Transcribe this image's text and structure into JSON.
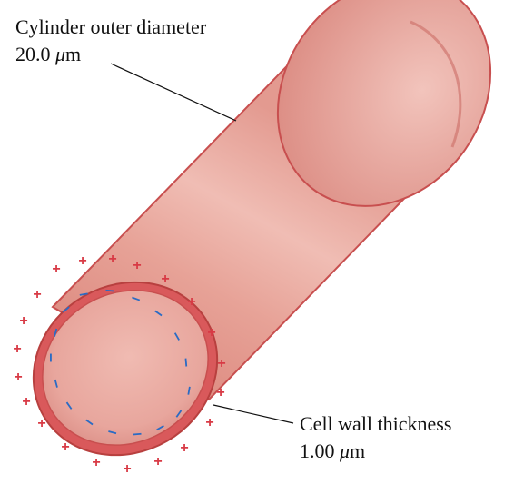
{
  "labels": {
    "diameter_title": "Cylinder outer diameter",
    "diameter_value": "20.0",
    "diameter_unit_prefix": "μ",
    "diameter_unit": "m",
    "thickness_title": "Cell wall thickness",
    "thickness_value": "1.00",
    "thickness_unit_prefix": "μ",
    "thickness_unit": "m"
  },
  "charges": {
    "outer_symbol": "+",
    "inner_symbol": "–"
  },
  "colors": {
    "cylinder_body": "#e39a90",
    "cylinder_highlight": "#f2c3ba",
    "cylinder_edge": "#c84f4f",
    "wall_ring": "#d9595b",
    "positive_charge": "#d83a45",
    "negative_charge": "#2a6bc4",
    "leader_line": "#111111"
  }
}
